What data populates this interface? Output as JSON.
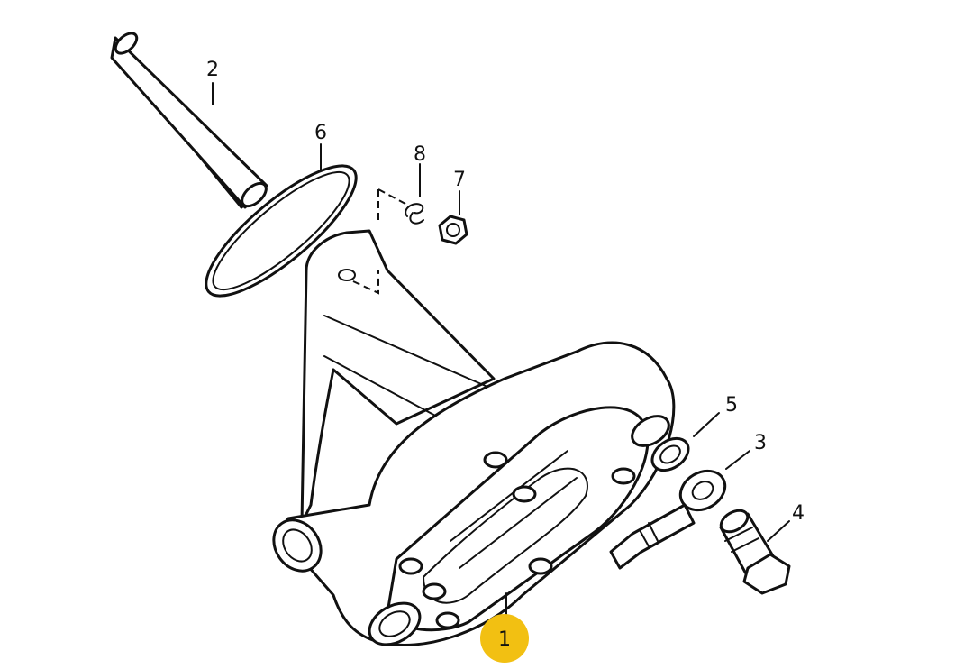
{
  "callouts": [
    {
      "id": "1",
      "text": "1",
      "highlighted": true
    },
    {
      "id": "2",
      "text": "2"
    },
    {
      "id": "3",
      "text": "3"
    },
    {
      "id": "4",
      "text": "4"
    },
    {
      "id": "5",
      "text": "5"
    },
    {
      "id": "6",
      "text": "6"
    },
    {
      "id": "7",
      "text": "7"
    },
    {
      "id": "8",
      "text": "8"
    }
  ],
  "colors": {
    "line": "#111111",
    "background": "#ffffff",
    "highlight": "#f2c012"
  }
}
